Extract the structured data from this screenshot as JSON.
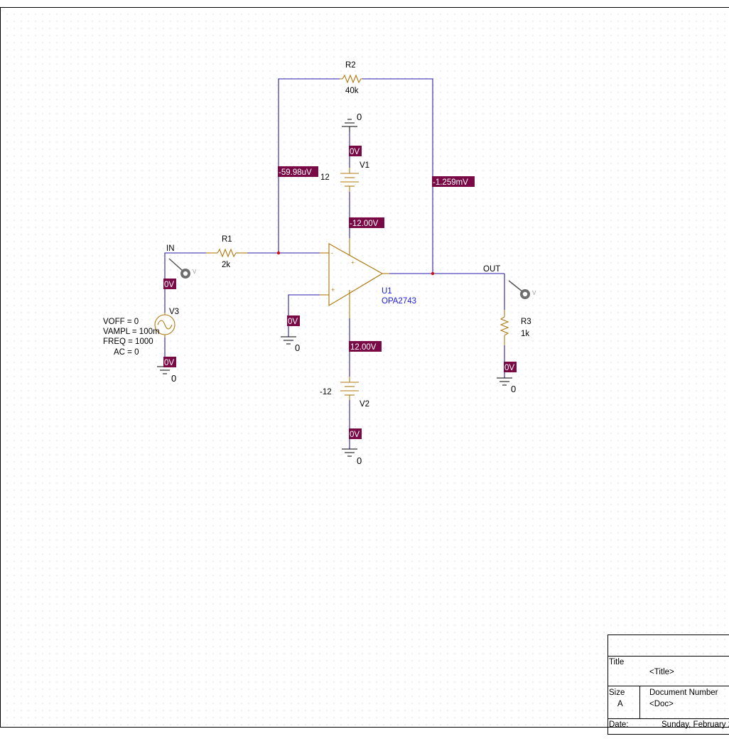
{
  "schematic": {
    "components": {
      "R1": {
        "ref": "R1",
        "value": "2k"
      },
      "R2": {
        "ref": "R2",
        "value": "40k"
      },
      "R3": {
        "ref": "R3",
        "value": "1k"
      },
      "V1": {
        "ref": "V1",
        "value": "12"
      },
      "V2": {
        "ref": "V2",
        "value": "-12"
      },
      "V3": {
        "ref": "V3",
        "params": [
          "VOFF = 0",
          "VAMPL = 100m",
          "FREQ = 1000",
          "AC = 0"
        ]
      },
      "U1": {
        "ref": "U1",
        "part": "OPA2743"
      }
    },
    "nets": {
      "in": "IN",
      "out": "OUT"
    },
    "ground_label": "0",
    "probe_letter": "V",
    "voltages": {
      "r2_left": "-59.98uV",
      "r2_right": "-1.259mV",
      "v1_top": "0V",
      "v1_bottom": "-12.00V",
      "v2_top": "12.00V",
      "v2_bottom": "0V",
      "in_node": "0V",
      "v3_bottom": "0V",
      "plus_input": "0V",
      "r3_bottom": "0V"
    }
  },
  "title_block": {
    "title_label": "Title",
    "title_value": "<Title>",
    "size_label": "Size",
    "size_value": "A",
    "docnum_label": "Document Number",
    "docnum_value": "<Doc>",
    "date_label": "Date:",
    "date_value": "Sunday, February 2"
  },
  "colors": {
    "wire": "#2a1aa8",
    "component": "#b07a10",
    "voltage_box": "#7a0a46",
    "junction": "#d01010",
    "part_label": "#1a1ae0"
  }
}
